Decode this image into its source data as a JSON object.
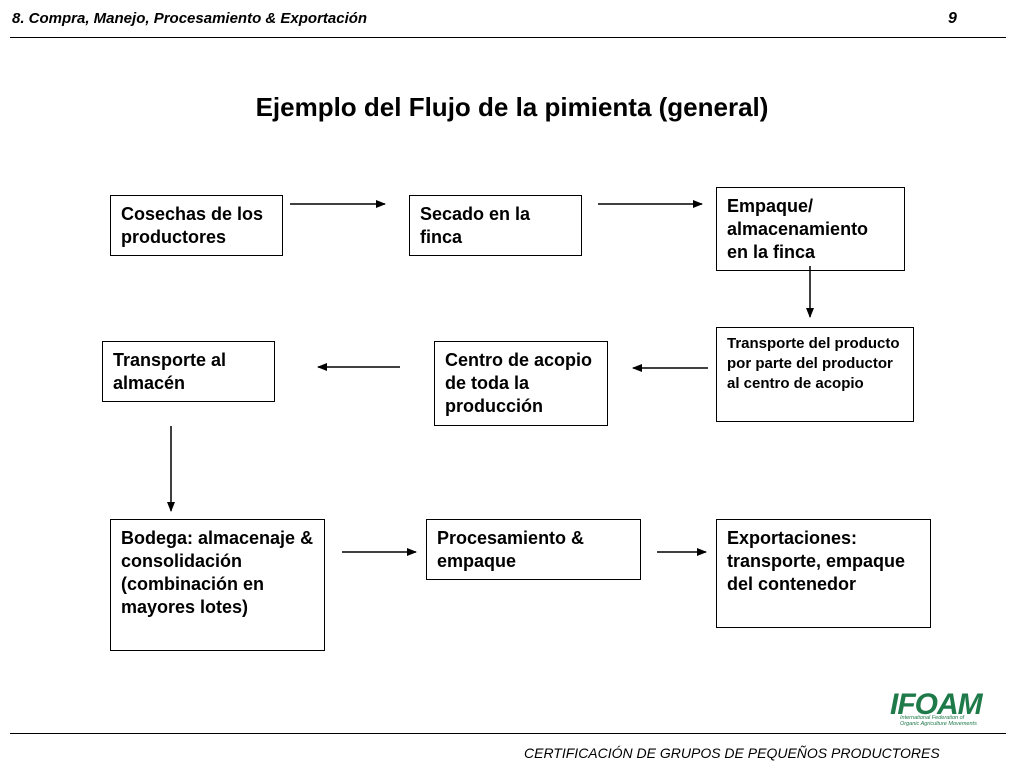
{
  "header": {
    "left": "8. Compra, Manejo, Procesamiento & Exportación",
    "page_number": "9"
  },
  "title": "Ejemplo del Flujo de la pimienta (general)",
  "boxes": {
    "cosechas": "Cosechas de los productores",
    "secado": "Secado en la finca",
    "empaque_finca": "Empaque/ almacenamiento en la finca",
    "transporte_productor": "Transporte del producto por parte del productor al centro de acopio",
    "centro_acopio": "Centro de acopio de toda la producción",
    "transporte_almacen": "Transporte al almacén",
    "bodega": "Bodega: almacenaje & consolidación (combinación en mayores lotes)",
    "procesamiento": "Procesamiento & empaque",
    "exportaciones": "Exportaciones: transporte, empaque del contenedor"
  },
  "logo": {
    "text": "IFOAM",
    "subtitle": "International Federation of Organic Agriculture Movements",
    "color": "#1f7a4a"
  },
  "footer": "CERTIFICACIÓN DE GRUPOS DE PEQUEÑOS PRODUCTORES"
}
